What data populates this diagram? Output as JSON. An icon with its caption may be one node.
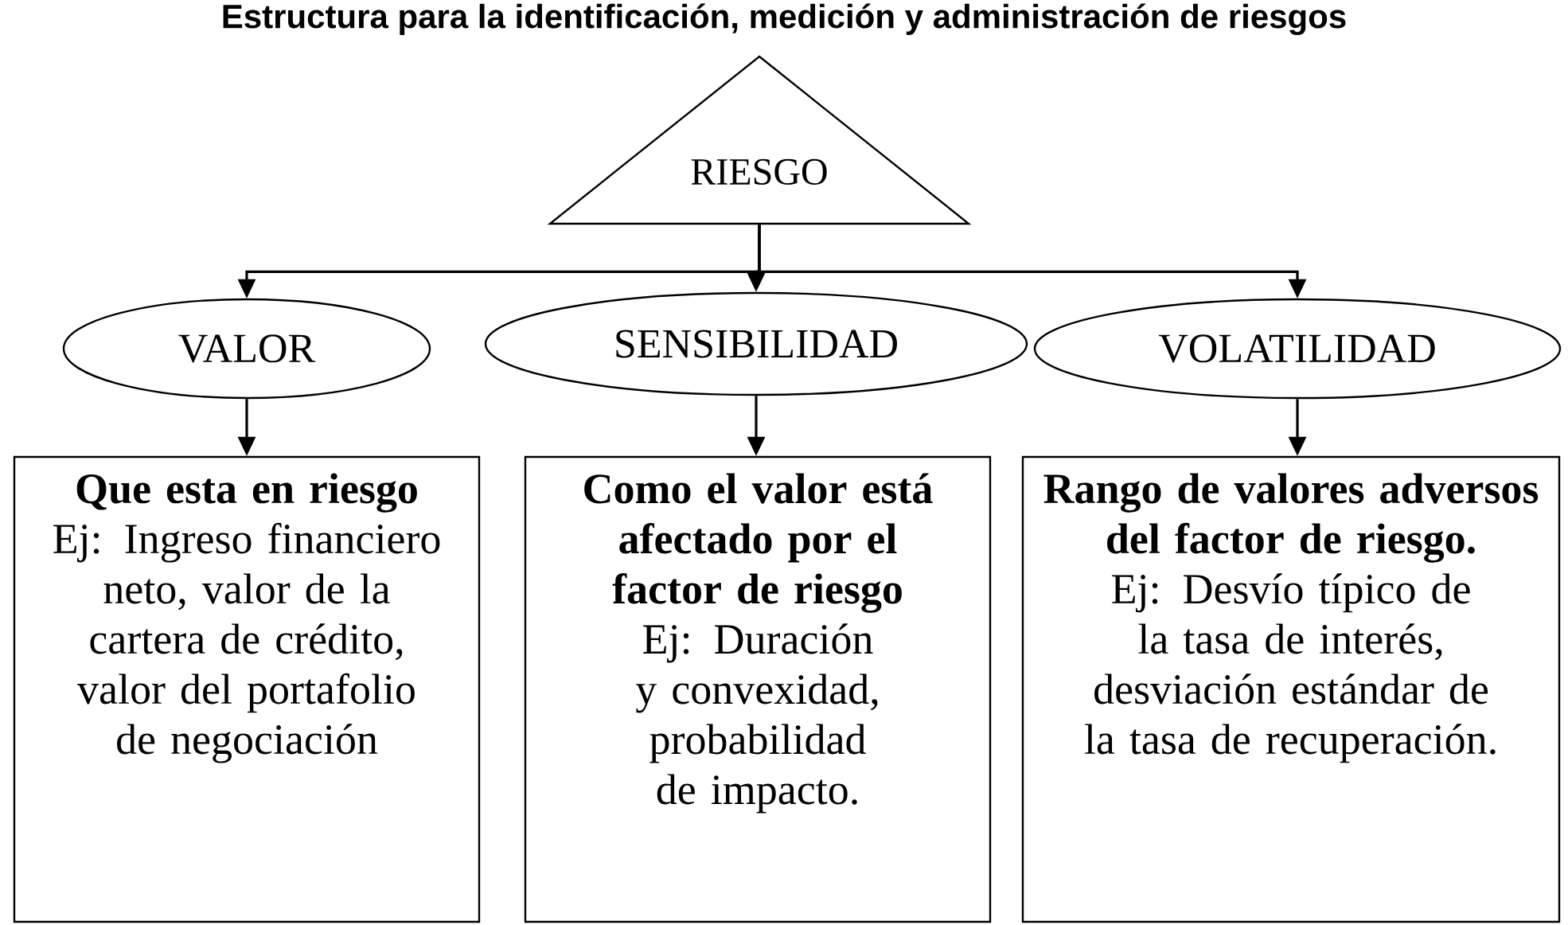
{
  "diagram": {
    "title": "Estructura para la identificación, medición y administración de riesgos",
    "nodes": [
      {
        "text": [
          "RIESGO"
        ]
      },
      {
        "text": [
          "VALOR"
        ]
      },
      {
        "text": [
          "SENSIBILIDAD"
        ]
      },
      {
        "text": [
          "VOLATILIDAD"
        ]
      },
      {
        "text": [
          "Que esta en riesgo",
          "Ej: Ingreso financiero neto, valor de la cartera de crédito, valor del portafolio de negociación"
        ]
      },
      {
        "text": [
          "Como el valor está afectado por el factor de riesgo",
          "Ej: Duración y convexidad, probabilidad de impacto."
        ]
      },
      {
        "text": [
          "Rango de valores adversos del factor de riesgo.",
          "Ej: Desvío típico de la tasa de interés, desviación estándar de la tasa de recuperación."
        ]
      }
    ],
    "edges": [
      {
        "from": 0,
        "to": 1,
        "arrow": "to"
      },
      {
        "from": 0,
        "to": 2,
        "arrow": "to"
      },
      {
        "from": 0,
        "to": 3,
        "arrow": "to"
      },
      {
        "from": 1,
        "to": 4,
        "arrow": "to"
      },
      {
        "from": 2,
        "to": 5,
        "arrow": "to"
      },
      {
        "from": 3,
        "to": 6,
        "arrow": "to"
      }
    ]
  }
}
